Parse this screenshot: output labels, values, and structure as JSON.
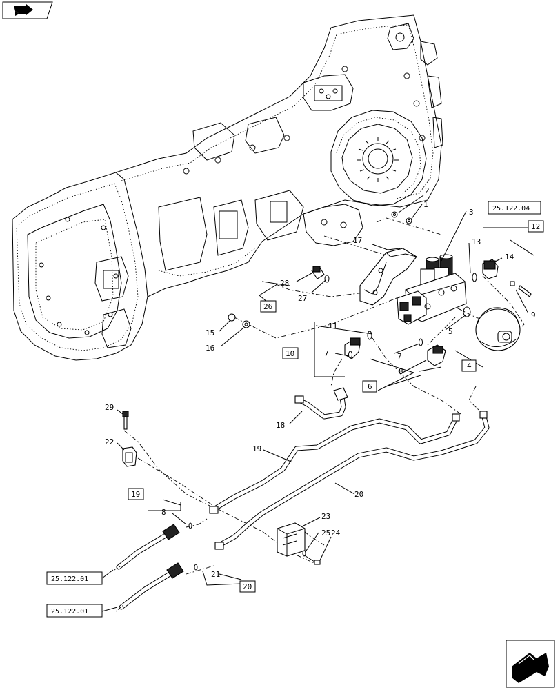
{
  "callouts": {
    "c1": "1",
    "c2": "2",
    "c3": "3",
    "c4": "4",
    "c5": "5",
    "c6": "6",
    "c7a": "7",
    "c7b": "7",
    "c8a": "8",
    "c8b": "8",
    "c9": "9",
    "c10": "10",
    "c11": "11",
    "c12": "12",
    "c13": "13",
    "c14": "14",
    "c15": "15",
    "c16": "16",
    "c17": "17",
    "c18": "18",
    "c19": "19",
    "c19b": "19",
    "c20": "20",
    "c20b": "20",
    "c21": "21",
    "c22": "22",
    "c23": "23",
    "c24": "24",
    "c25": "25",
    "c26": "26",
    "c27": "27",
    "c28": "28",
    "c29": "29"
  },
  "references": {
    "top": "25.122.04",
    "upper_left": "25.122.01",
    "lower_left": "25.122.01"
  },
  "icons": {
    "top_left": "book-arrow-icon",
    "bottom_right": "next-page-arrow-icon"
  }
}
